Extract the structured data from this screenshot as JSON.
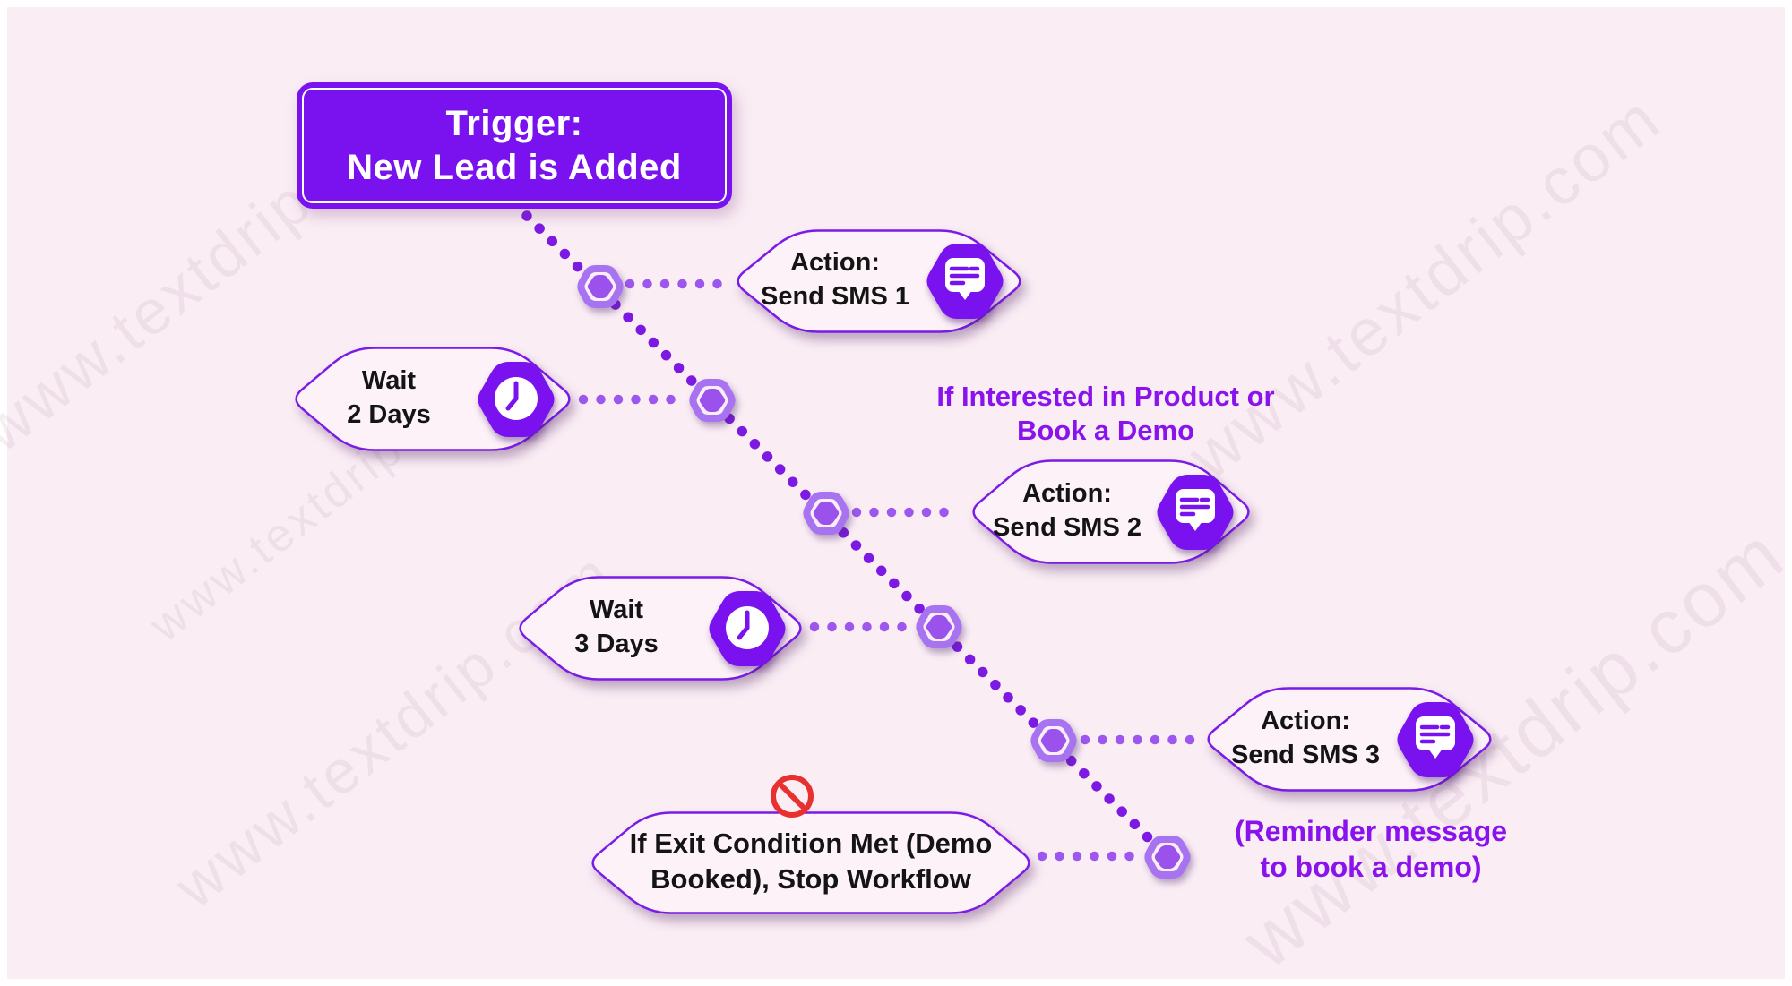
{
  "watermark": {
    "text": "www.textdrip.com"
  },
  "trigger": {
    "line1": "Trigger:",
    "line2": "New Lead is Added"
  },
  "steps": {
    "sms1": {
      "line1": "Action:",
      "line2": "Send SMS 1",
      "icon": "chat-bubble"
    },
    "wait2": {
      "line1": "Wait",
      "line2": "2 Days",
      "icon": "clock"
    },
    "sms2": {
      "line1": "Action:",
      "line2": "Send SMS 2",
      "icon": "chat-bubble"
    },
    "wait3": {
      "line1": "Wait",
      "line2": "3 Days",
      "icon": "clock"
    },
    "sms3": {
      "line1": "Action:",
      "line2": "Send SMS 3",
      "icon": "chat-bubble"
    },
    "exit": {
      "line1": "If Exit Condition Met (Demo",
      "line2": "Booked), Stop Workflow",
      "icon": "prohibition"
    }
  },
  "annotations": {
    "interest": {
      "line1": "If Interested in Product or",
      "line2": "Book a Demo"
    },
    "reminder": {
      "line1": "(Reminder message",
      "line2": "to book a demo)"
    }
  },
  "colors": {
    "background": "#FAEDF4",
    "primary_purple": "#7912EE",
    "box_border": "#7A1BE6",
    "box_fill": "#FDF2F8",
    "node_ring": "#A873F1",
    "node_fill": "#9B51EC",
    "diagonal_dots": "#7C1AE3",
    "horizontal_dots": "#9D57EE",
    "annotation_text": "#8A12EC",
    "stop_red": "#E8302E",
    "label_text": "#141414"
  }
}
